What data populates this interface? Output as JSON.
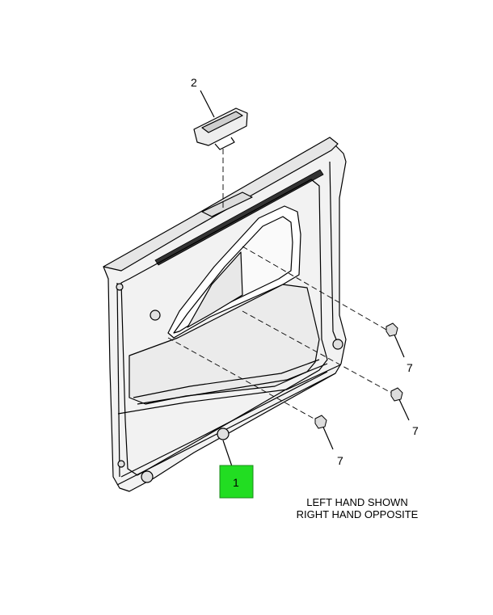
{
  "callouts": {
    "part_1": "1",
    "part_2": "2",
    "part_7_upper": "7",
    "part_7_middle": "7",
    "part_7_lower": "7"
  },
  "note": {
    "line1": "LEFT HAND SHOWN",
    "line2": "RIGHT HAND OPPOSITE"
  },
  "colors": {
    "highlight": "#22dd22",
    "line": "#000000",
    "panel_fill": "#f2f2f2"
  }
}
